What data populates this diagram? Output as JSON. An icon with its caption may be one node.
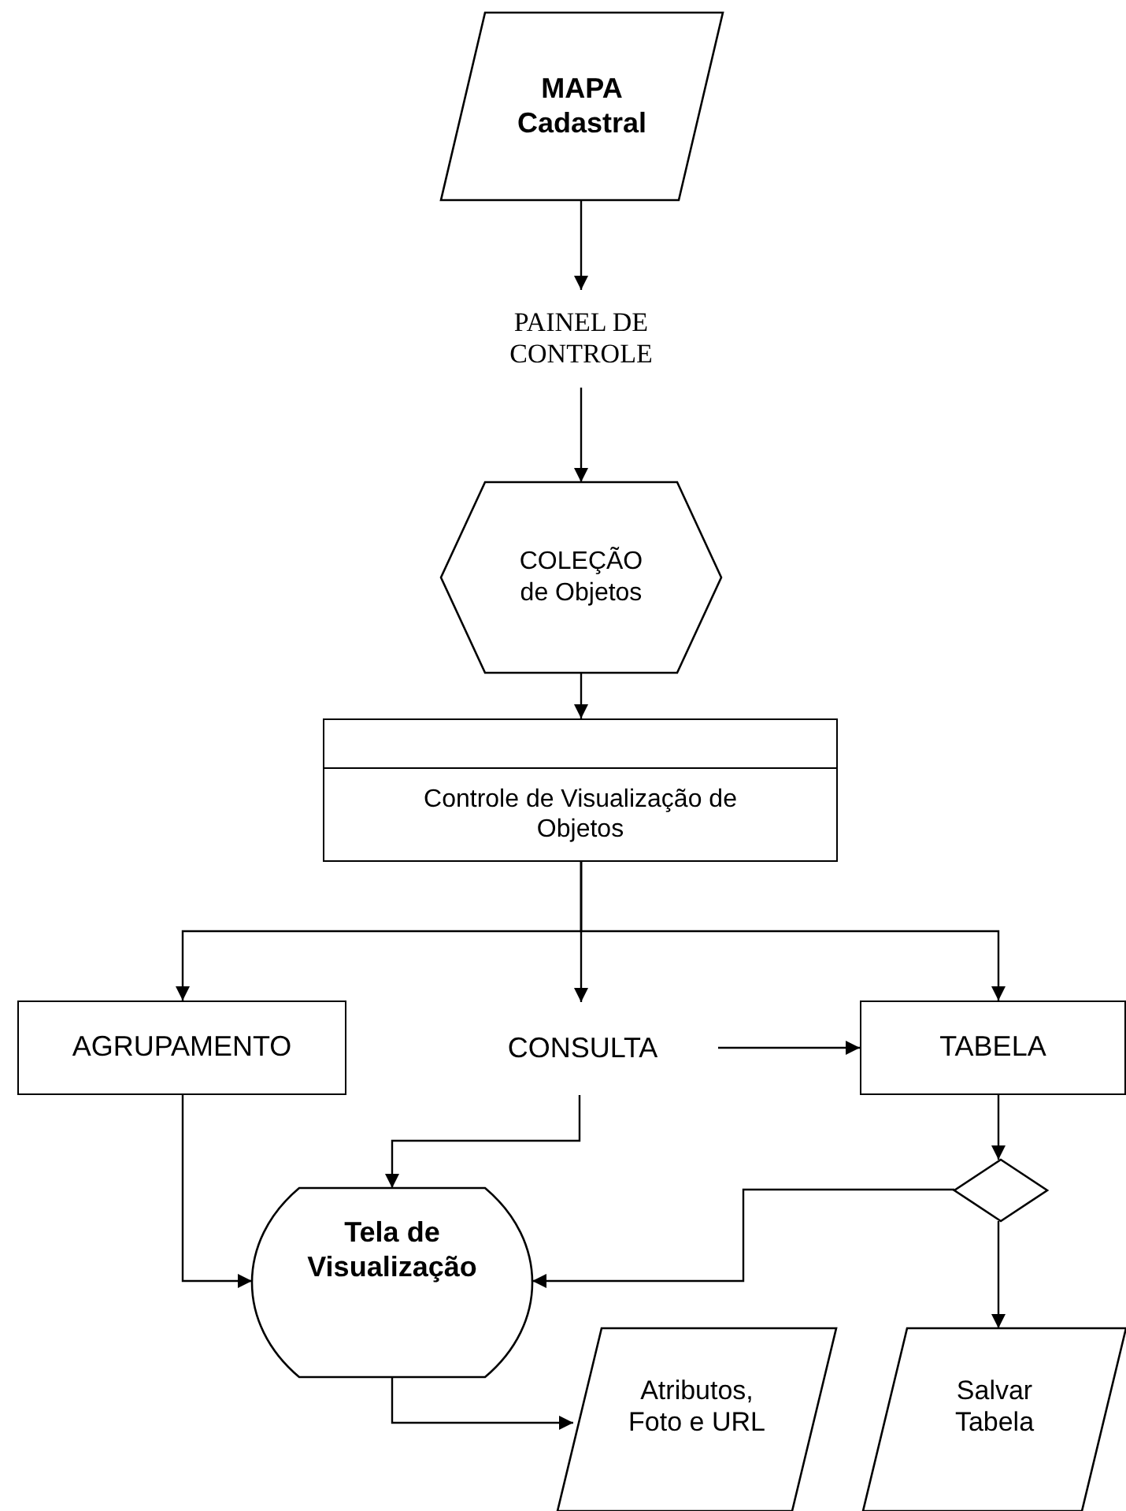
{
  "diagram": {
    "nodes": [
      {
        "text": [
          "MAPA Cadastral"
        ]
      },
      {
        "text": [
          "PAINEL DE CONTROLE"
        ]
      },
      {
        "text": [
          "COLEÇÃO de Objetos"
        ]
      },
      {
        "text": [
          "Controle de Visualização de Objetos"
        ]
      },
      {
        "text": [
          "AGRUPAMENTO"
        ]
      },
      {
        "text": [
          "CONSULTA"
        ]
      },
      {
        "text": [
          "TABELA"
        ]
      },
      {
        "text": [],
        "shape": "diamond"
      },
      {
        "text": [
          "Tela de Visualização"
        ]
      },
      {
        "text": [
          "Atributos, Foto e URL"
        ]
      },
      {
        "text": [
          "Salvar Tabela"
        ]
      }
    ],
    "edges": [
      {
        "from": 0,
        "to": 1,
        "arrow": "to"
      },
      {
        "from": 1,
        "to": 2,
        "arrow": "to"
      },
      {
        "from": 2,
        "to": 3,
        "arrow": "to"
      },
      {
        "from": 3,
        "to": 4,
        "arrow": "to"
      },
      {
        "from": 3,
        "to": 5,
        "arrow": "to"
      },
      {
        "from": 3,
        "to": 6,
        "arrow": "to"
      },
      {
        "from": 5,
        "to": 6,
        "arrow": "to"
      },
      {
        "from": 6,
        "to": 7,
        "arrow": "to"
      },
      {
        "from": 5,
        "to": 8,
        "arrow": "to"
      },
      {
        "from": 4,
        "to": 8,
        "arrow": "to"
      },
      {
        "from": 7,
        "to": 8,
        "arrow": "to"
      },
      {
        "from": 7,
        "to": 10,
        "arrow": "to"
      },
      {
        "from": 8,
        "to": 9,
        "arrow": "to"
      }
    ]
  }
}
